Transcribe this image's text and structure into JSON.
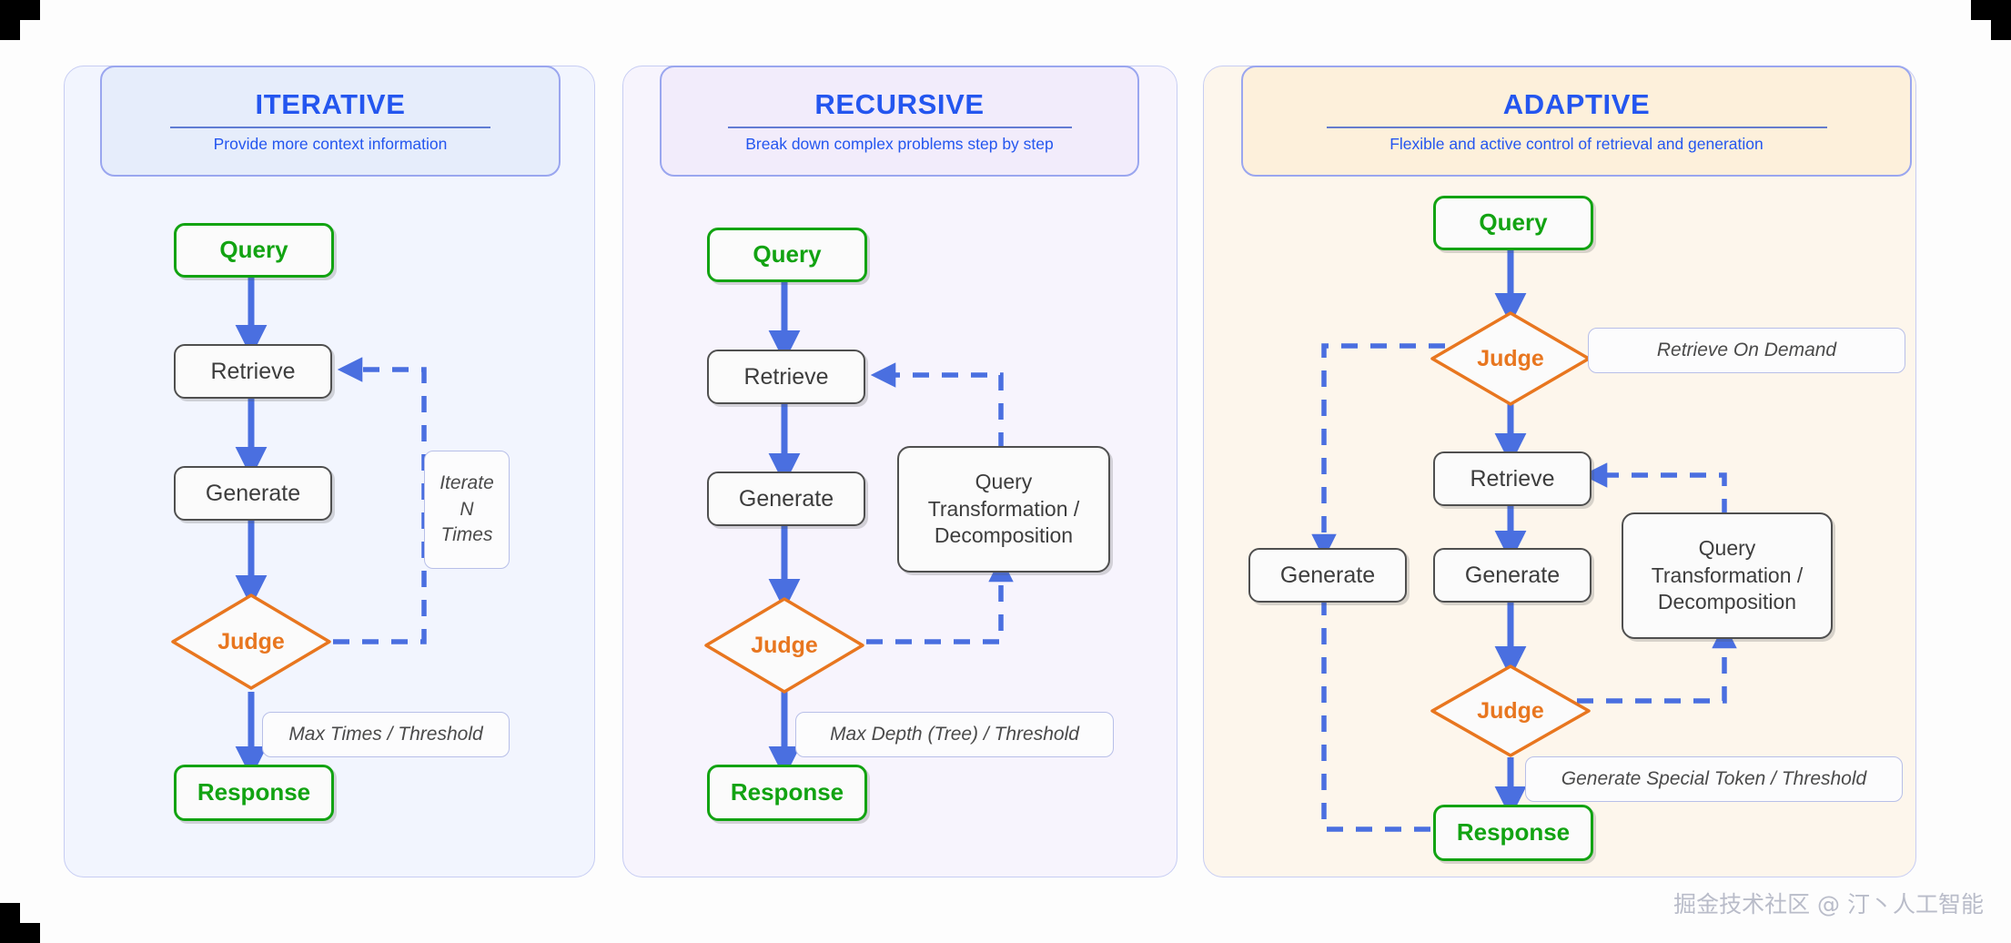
{
  "columns": [
    {
      "key": "iterative",
      "title": "ITERATIVE",
      "subtitle": "Provide more context information",
      "accent": "#2456ef",
      "card_bg": "#f2f5fe",
      "header_bg": "#e6edfb",
      "nodes": {
        "query": "Query",
        "retrieve": "Retrieve",
        "generate": "Generate",
        "judge": "Judge",
        "response": "Response"
      },
      "annotations": {
        "loop_label": "Iterate\nN\nTimes",
        "loop_label_line1": "Iterate",
        "loop_label_line2": "N",
        "loop_label_line3": "Times",
        "exit_label": "Max Times / Threshold"
      }
    },
    {
      "key": "recursive",
      "title": "RECURSIVE",
      "subtitle": "Break down complex problems step by step",
      "accent": "#2456ef",
      "card_bg": "#f7f4fd",
      "header_bg": "#f2ecfb",
      "nodes": {
        "query": "Query",
        "retrieve": "Retrieve",
        "generate": "Generate",
        "judge": "Judge",
        "response": "Response",
        "transform_line1": "Query",
        "transform_line2": "Transformation /",
        "transform_line3": "Decomposition"
      },
      "annotations": {
        "exit_label": "Max Depth (Tree) / Threshold"
      }
    },
    {
      "key": "adaptive",
      "title": "ADAPTIVE",
      "subtitle": "Flexible and  active control of retrieval and generation",
      "accent": "#2456ef",
      "card_bg": "#fdf6ec",
      "header_bg": "#fdf0db",
      "nodes": {
        "query": "Query",
        "judge_top": "Judge",
        "retrieve": "Retrieve",
        "generate_left": "Generate",
        "generate_main": "Generate",
        "judge_bottom": "Judge",
        "response": "Response",
        "transform_line1": "Query",
        "transform_line2": "Transformation /",
        "transform_line3": "Decomposition"
      },
      "annotations": {
        "demand_label": "Retrieve On  Demand",
        "exit_label": "Generate Special Token / Threshold"
      }
    }
  ],
  "palette": {
    "green": "#12a312",
    "orange": "#e8761f",
    "blue_arrow": "#4a6fe0",
    "grey_node": "#4f4f4f",
    "title_blue": "#2456ef"
  },
  "watermark": "掘金技术社区 @ 汀丶人工智能"
}
